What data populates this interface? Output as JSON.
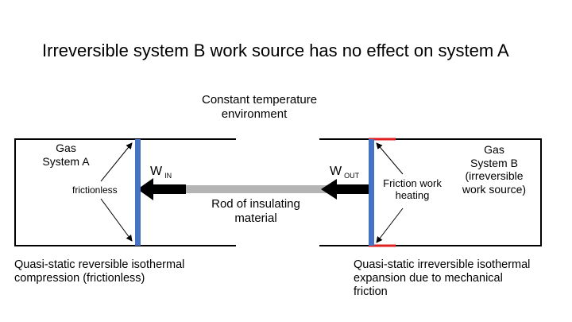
{
  "title": "Irreversible system B work source has no effect on system A",
  "environment_label": [
    "Constant temperature",
    "environment"
  ],
  "system_a": {
    "label": [
      "Gas",
      "System A"
    ],
    "piston_note": "frictionless",
    "caption": [
      "Quasi-static reversible isothermal",
      "compression (frictionless)"
    ]
  },
  "system_b": {
    "label": [
      "Gas",
      "System B",
      "(irreversible",
      "work source)"
    ],
    "piston_note": [
      "Friction work",
      "heating"
    ],
    "caption": [
      "Quasi-static irreversible isothermal",
      "expansion due to mechanical",
      "friction"
    ]
  },
  "work_in": {
    "main": "W",
    "sub": "IN"
  },
  "work_out": {
    "main": "W",
    "sub": "OUT"
  },
  "rod_label": [
    "Rod of insulating",
    "material"
  ],
  "colors": {
    "piston": "#4472c4",
    "rod": "#b4b4b4",
    "arrow": "#000000",
    "friction": "#e02020",
    "wall": "#000000"
  }
}
